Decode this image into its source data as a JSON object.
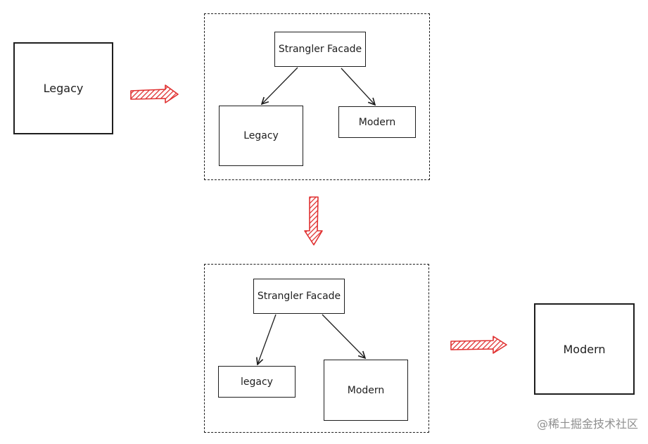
{
  "diagram": {
    "left": {
      "legacy": "Legacy"
    },
    "top_group": {
      "facade": "Strangler Facade",
      "legacy": "Legacy",
      "modern": "Modern"
    },
    "bottom_group": {
      "facade": "Strangler Facade",
      "legacy": "legacy",
      "modern": "Modern"
    },
    "right": {
      "modern": "Modern"
    }
  },
  "colors": {
    "stroke": "#1e1e1e",
    "transition_arrow": "#e03131"
  },
  "watermark": "@稀土掘金技术社区"
}
